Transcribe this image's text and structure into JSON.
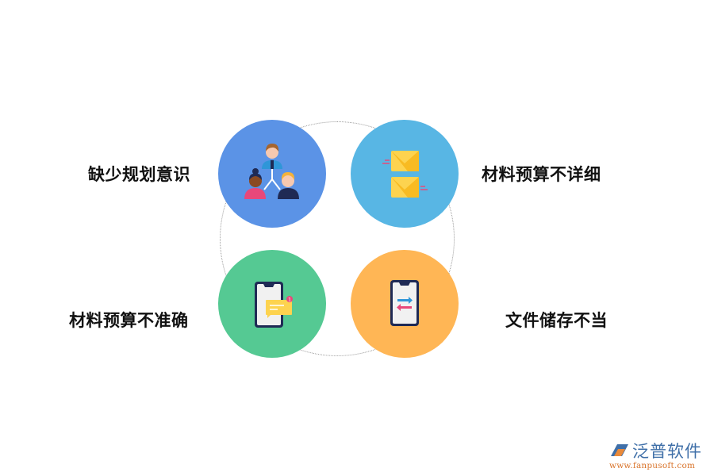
{
  "diagram": {
    "items": [
      {
        "label": "缺少规划意识",
        "icon": "team-hierarchy-icon",
        "color": "#5b93e6"
      },
      {
        "label": "材料预算不详细",
        "icon": "envelopes-icon",
        "color": "#58b6e4"
      },
      {
        "label": "材料预算不准确",
        "icon": "phone-notification-icon",
        "color": "#55c993"
      },
      {
        "label": "文件储存不当",
        "icon": "phone-transfer-icon",
        "color": "#ffb655"
      }
    ],
    "notification_count": "1",
    "ring_style": "dotted"
  },
  "logo": {
    "brand": "泛普软件",
    "url": "www.fanpusoft.com"
  }
}
